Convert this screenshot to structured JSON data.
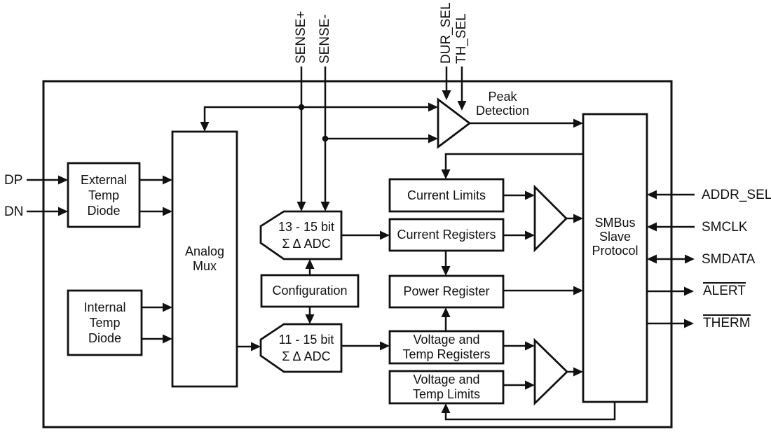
{
  "colors": {
    "ink": "#111111",
    "paper": "#ffffff"
  },
  "pins": {
    "dp": "DP",
    "dn": "DN",
    "sense_plus": "SENSE+",
    "sense_minus": "SENSE-",
    "dur_sel": "DUR_SEL",
    "th_sel": "TH_SEL",
    "addr_sel": "ADDR_SEL",
    "smclk": "SMCLK",
    "smdata": "SMDATA",
    "alert": "ALERT",
    "therm": "THERM"
  },
  "blocks": {
    "external_temp_diode": {
      "lines": [
        "External",
        "Temp",
        "Diode"
      ]
    },
    "internal_temp_diode": {
      "lines": [
        "Internal",
        "Temp",
        "Diode"
      ]
    },
    "analog_mux": {
      "lines": [
        "Analog",
        "Mux"
      ]
    },
    "adc_current": {
      "lines": [
        "13 - 15 bit",
        "Σ Δ ADC"
      ]
    },
    "adc_voltage": {
      "lines": [
        "11 - 15 bit",
        "Σ Δ ADC"
      ]
    },
    "configuration": {
      "lines": [
        "Configuration"
      ]
    },
    "current_limits": {
      "lines": [
        "Current Limits"
      ]
    },
    "current_registers": {
      "lines": [
        "Current Registers"
      ]
    },
    "power_register": {
      "lines": [
        "Power Register"
      ]
    },
    "voltage_temp_registers": {
      "lines": [
        "Voltage and",
        "Temp Registers"
      ]
    },
    "voltage_temp_limits": {
      "lines": [
        "Voltage and",
        "Temp Limits"
      ]
    },
    "smbus_slave_protocol": {
      "lines": [
        "SMBus",
        "Slave",
        "Protocol"
      ]
    },
    "peak_detection": {
      "lines": [
        "Peak",
        "Detection"
      ]
    }
  }
}
